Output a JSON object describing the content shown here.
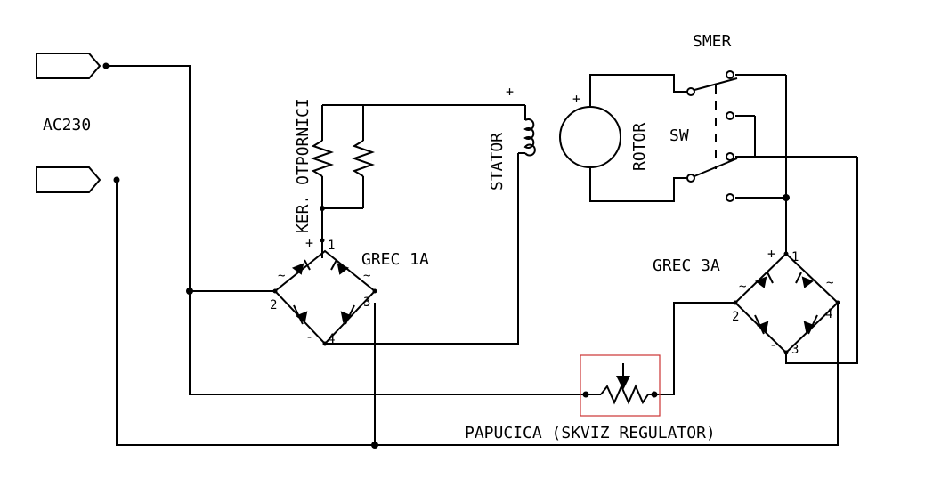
{
  "colors": {
    "line": "#000000",
    "highlight": "#cc3333",
    "background": "#ffffff"
  },
  "labels": {
    "ac230": "AC230",
    "smer": "SMER",
    "ker_otpornici": "KER. OTPORNICI",
    "stator": "STATOR",
    "rotor": "ROTOR",
    "sw": "SW",
    "grec1": "GREC 1A",
    "grec3": "GREC 3A",
    "papucica": "PAPUCICA (SKVIZ REGULATOR)"
  },
  "bridge1": {
    "plus": "+",
    "minus": "-",
    "tilde": "~",
    "pin1": "1",
    "pin2": "2",
    "pin3": "3",
    "pin4": "4"
  },
  "bridge2": {
    "plus": "+",
    "minus": "-",
    "tilde": "~",
    "pin1": "1",
    "pin2": "2",
    "pin3": "3",
    "pin4": "4"
  },
  "stator_plus": "+",
  "motor_plus": "+"
}
